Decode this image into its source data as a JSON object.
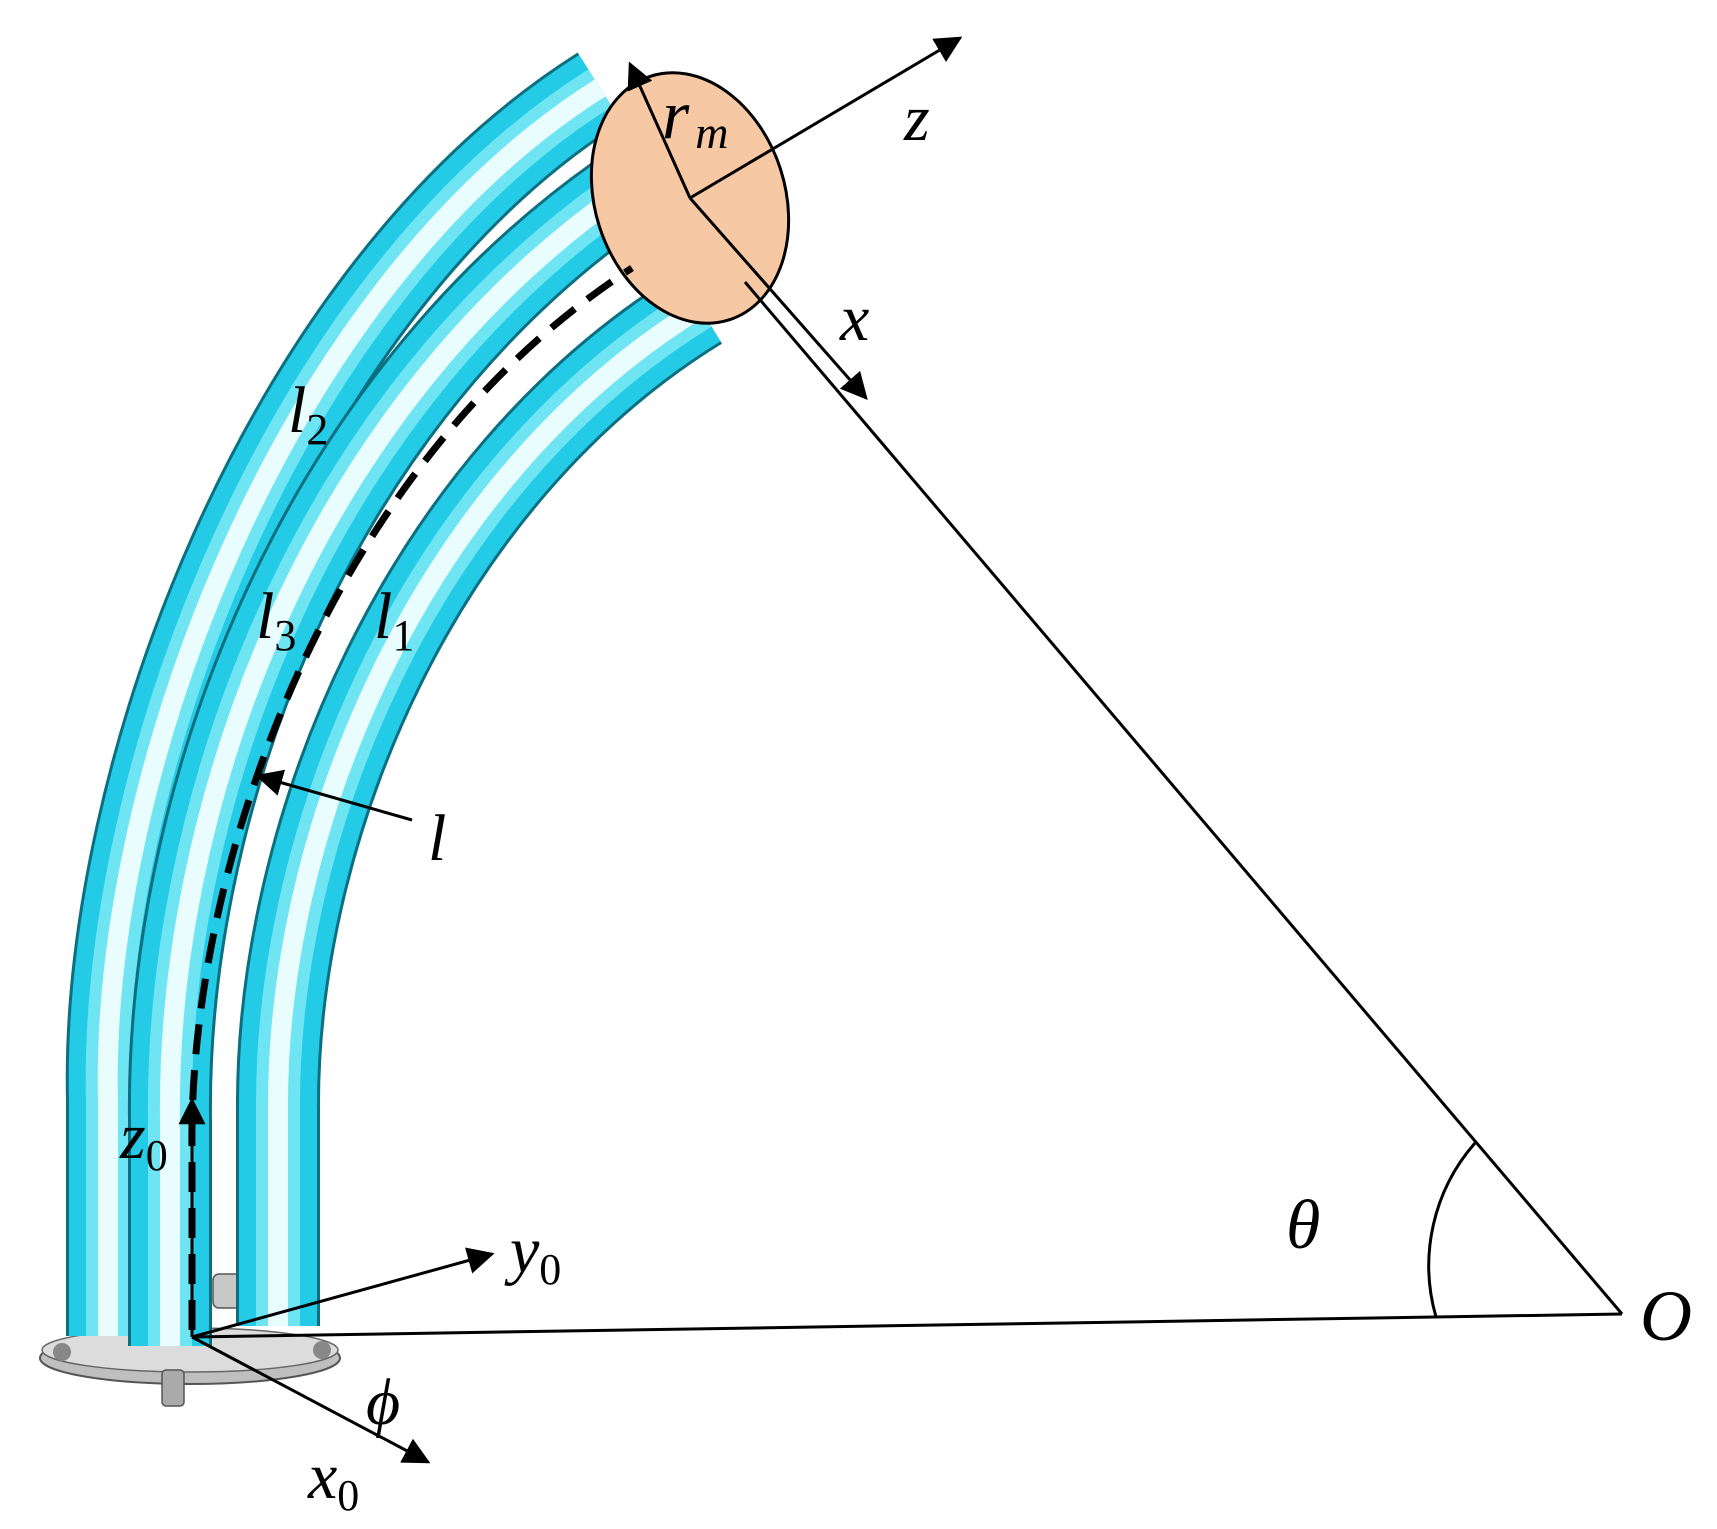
{
  "labels": {
    "z_axis": "z",
    "x_axis": "x",
    "radius": "r",
    "radius_sub": "m",
    "l1": "l",
    "l1_sub": "1",
    "l2": "l",
    "l2_sub": "2",
    "l3": "l",
    "l3_sub": "3",
    "arc_length": "l",
    "z0": "z",
    "z0_sub": "0",
    "y0": "y",
    "y0_sub": "0",
    "x0": "x",
    "x0_sub": "0",
    "bend_angle": "θ",
    "phase_angle": "ϕ",
    "center": "O"
  },
  "colors": {
    "tube_body": "#24cbe6",
    "tube_highlight": "#e9fdff",
    "tube_edge": "#0b6f80",
    "end_cap": "#f7c8a4",
    "line": "#000000",
    "base_metal": "#c9c9c9"
  }
}
